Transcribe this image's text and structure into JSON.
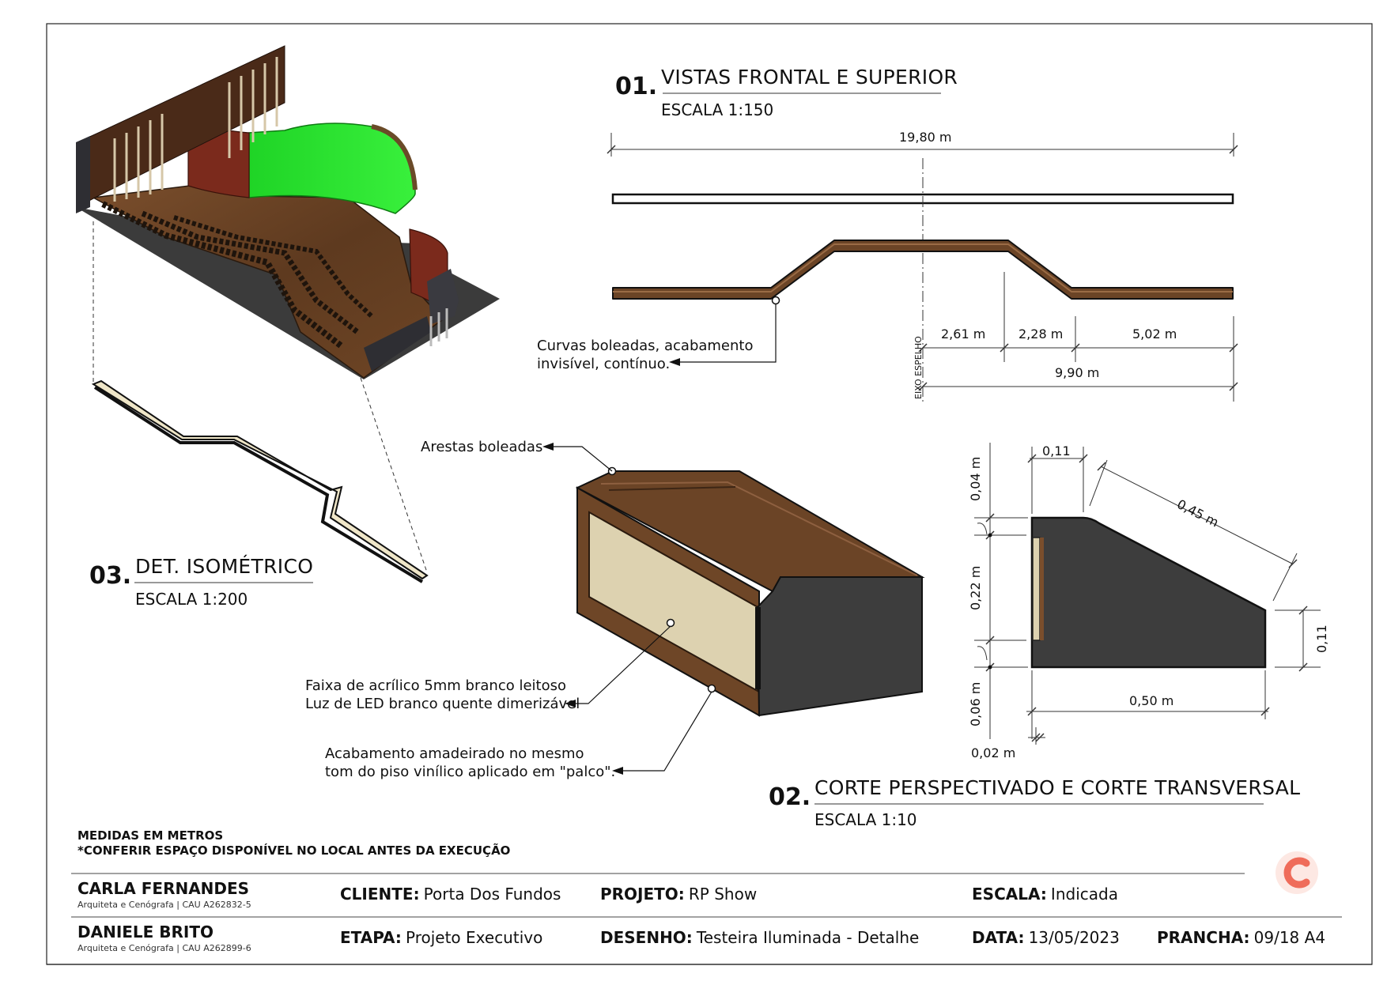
{
  "view01": {
    "number": "01.",
    "title": "VISTAS FRONTAL E SUPERIOR",
    "scale": "ESCALA 1:150",
    "dim_total": "19,80 m",
    "dim_a": "2,61 m",
    "dim_b": "2,28 m",
    "dim_c": "5,02 m",
    "dim_half": "9,90 m",
    "axis_label": "EIXO ESPELHO",
    "note_curves": [
      "Curvas boleadas, acabamento",
      "invisível, contínuo."
    ]
  },
  "view02": {
    "number": "02.",
    "title": "CORTE PERSPECTIVADO E CORTE TRANSVERSAL",
    "scale": "ESCALA 1:10",
    "note_edges": "Arestas boleadas",
    "note_acrylic": [
      "Faixa de acrílico 5mm branco leitoso",
      "Luz de LED branco quente dimerizável"
    ],
    "note_wood": [
      "Acabamento amadeirado no mesmo",
      "tom do piso vinílico aplicado em \"palco\"."
    ],
    "dim_top": "0,11",
    "dim_diag": "0,45 m",
    "dim_h1": "0,04 m",
    "dim_h2": "0,22 m",
    "dim_h3": "0,06 m",
    "dim_h4": "0,02 m",
    "dim_right": "0,11",
    "dim_width": "0,50 m"
  },
  "view03": {
    "number": "03.",
    "title": "DET. ISOMÉTRICO",
    "scale": "ESCALA 1:200"
  },
  "general_notes": [
    "MEDIDAS EM METROS",
    "*CONFERIR ESPAÇO DISPONÍVEL NO LOCAL ANTES DA EXECUÇÃO"
  ],
  "title_block": {
    "author1_name": "CARLA FERNANDES",
    "author1_role": "Arquiteta e Cenógrafa | CAU A262832-5",
    "author2_name": "DANIELE BRITO",
    "author2_role": "Arquiteta e Cenógrafa | CAU A262899-6",
    "cliente_label": "CLIENTE:",
    "cliente_value": "Porta Dos Fundos",
    "projeto_label": "PROJETO:",
    "projeto_value": "RP Show",
    "escala_label": "ESCALA:",
    "escala_value": "Indicada",
    "etapa_label": "ETAPA:",
    "etapa_value": "Projeto Executivo",
    "desenho_label": "DESENHO:",
    "desenho_value": "Testeira Iluminada - Detalhe",
    "data_label": "DATA:",
    "data_value": "13/05/2023",
    "prancha_label": "PRANCHA:",
    "prancha_value": "09/18  A4",
    "logo_letter": "C"
  },
  "colors": {
    "wood": "#6b4426",
    "wood_light": "#8a5c38",
    "acrylic": "#ddd2b0",
    "dark_grey": "#3d3d3d",
    "green_screen": "#27e02d",
    "red_wall": "#7b2a1c",
    "logo": "#ef6c5a"
  }
}
